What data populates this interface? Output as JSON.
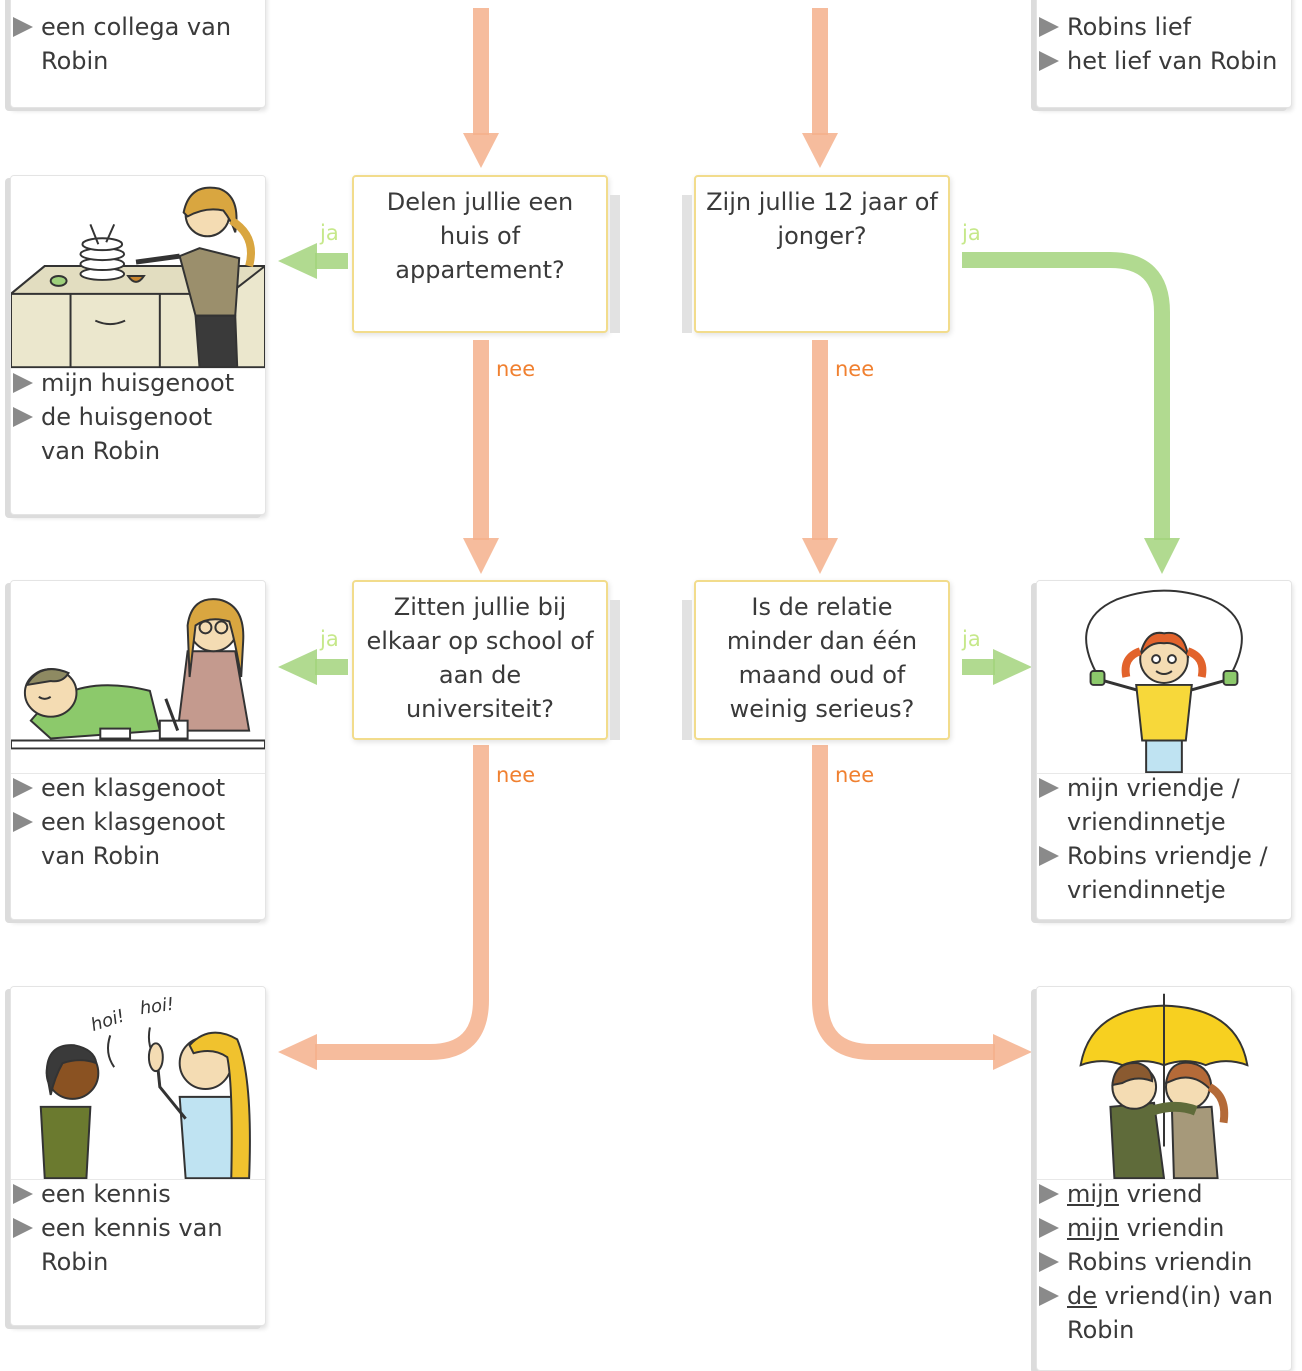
{
  "cards": {
    "collega": {
      "items": [
        "een collega van Robin"
      ]
    },
    "lief": {
      "items": [
        "Robins lief",
        "het lief van Robin"
      ]
    },
    "huisgenoot": {
      "items": [
        "mijn huisgenoot",
        "de huisgenoot van Robin"
      ]
    },
    "klasgenoot": {
      "items": [
        "een klasgenoot",
        "een klasgenoot van Robin"
      ]
    },
    "vriendje": {
      "items": [
        "mijn vriendje / vriendinnetje",
        "Robins vriendje / vriendinnetje"
      ]
    },
    "kennis": {
      "items": [
        "een kennis",
        "een kennis van Robin"
      ],
      "speech": [
        "hoi!",
        "hoi!"
      ]
    },
    "vriend": {
      "items": [
        {
          "underlined": "mijn",
          "rest": " vriend"
        },
        {
          "underlined": "mijn",
          "rest": " vriendin"
        },
        {
          "underlined": "",
          "rest": "Robins vriendin"
        },
        {
          "underlined": "de",
          "rest": " vriend(in) van Robin"
        }
      ]
    }
  },
  "questions": {
    "q_huis": "Delen jullie een huis of appartement?",
    "q_jaar": "Zijn jullie 12 jaar of jonger?",
    "q_school": "Zitten jullie bij elkaar op school of aan de universiteit?",
    "q_relatie": "Is de relatie minder dan één maand oud of weinig serieus?"
  },
  "labels": {
    "yes": "ja",
    "no": "nee"
  },
  "colors": {
    "yes_arrow": "#a3d47c",
    "no_arrow": "#f4b08c",
    "question_border": "#f2dc8c",
    "no_label": "#f08030",
    "yes_label": "#c6e88a"
  }
}
